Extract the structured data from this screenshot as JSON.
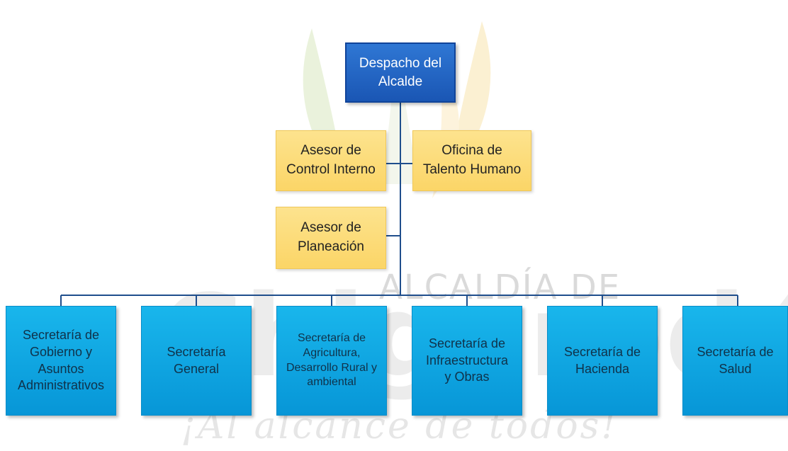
{
  "watermark": {
    "big_text": "Chigorodó",
    "alcaldia_text": "ALCALDÍA DE",
    "slogan": "¡Al alcance de todos!"
  },
  "org_chart": {
    "root": "Despacho del\nAlcalde",
    "advisors": [
      "Asesor de\nControl Interno",
      "Oficina de\nTalento Humano",
      "Asesor de\nPlaneación"
    ],
    "departments": [
      "Secretaría de\nGobierno y\nAsuntos\nAdministrativos",
      "Secretaría\nGeneral",
      "Secretaría de\nAgricultura,\nDesarrollo Rural y\nambiental",
      "Secretaría de\nInfraestructura\ny Obras",
      "Secretaría de\nHacienda",
      "Secretaría de\nSalud"
    ]
  },
  "colors": {
    "root": "#1f5fbf",
    "advisor": "#fcd975",
    "department": "#12a9e4",
    "connector": "#1f4e8c"
  }
}
